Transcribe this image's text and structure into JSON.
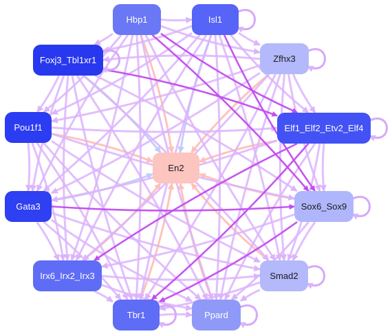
{
  "graph": {
    "colors": {
      "edge_default": "#dcb4fb",
      "edge_strong": "#c24cf0",
      "edge_blue": "#bfcdf8",
      "edge_salmon": "#ffc0b8",
      "self_loop": "#d6a9f8"
    },
    "nodes": [
      {
        "id": "hbp1",
        "label": "Hbp1",
        "color": "#6a78f5",
        "text": "dark"
      },
      {
        "id": "isl1",
        "label": "Isl1",
        "color": "#5664f7",
        "text": "dark"
      },
      {
        "id": "zfhx3",
        "label": "Zfhx3",
        "color": "#b3b9fb",
        "text": "light"
      },
      {
        "id": "foxj3",
        "label": "Foxj3_Tbl1xr1",
        "color": "#2838ef",
        "text": "dark"
      },
      {
        "id": "pou1f1",
        "label": "Pou1f1",
        "color": "#2c3cf2",
        "text": "dark"
      },
      {
        "id": "elf",
        "label": "Elf1_Elf2_Etv2_Elf4",
        "color": "#4352f4",
        "text": "dark"
      },
      {
        "id": "en2",
        "label": "En2",
        "color": "#fdc5c0",
        "text": "light"
      },
      {
        "id": "gata3",
        "label": "Gata3",
        "color": "#2f3ff2",
        "text": "dark"
      },
      {
        "id": "sox6",
        "label": "Sox6_Sox9",
        "color": "#b0b6fb",
        "text": "light"
      },
      {
        "id": "irx",
        "label": "Irx6_Irx2_Irx3",
        "color": "#5f6cf5",
        "text": "dark"
      },
      {
        "id": "smad2",
        "label": "Smad2",
        "color": "#b3b9fb",
        "text": "light"
      },
      {
        "id": "tbr1",
        "label": "Tbr1",
        "color": "#5e6cf6",
        "text": "dark"
      },
      {
        "id": "ppard",
        "label": "Ppard",
        "color": "#8f99f8",
        "text": "dark"
      }
    ],
    "edges": [
      [
        "hbp1",
        "isl1",
        "default"
      ],
      [
        "hbp1",
        "foxj3",
        "default"
      ],
      [
        "hbp1",
        "zfhx3",
        "default"
      ],
      [
        "hbp1",
        "pou1f1",
        "default"
      ],
      [
        "hbp1",
        "elf",
        "strong"
      ],
      [
        "hbp1",
        "gata3",
        "default"
      ],
      [
        "hbp1",
        "sox6",
        "strong"
      ],
      [
        "hbp1",
        "irx",
        "default"
      ],
      [
        "hbp1",
        "smad2",
        "default"
      ],
      [
        "hbp1",
        "tbr1",
        "default"
      ],
      [
        "hbp1",
        "ppard",
        "default"
      ],
      [
        "hbp1",
        "en2",
        "salmon"
      ],
      [
        "isl1",
        "foxj3",
        "default"
      ],
      [
        "isl1",
        "zfhx3",
        "default"
      ],
      [
        "isl1",
        "pou1f1",
        "default"
      ],
      [
        "isl1",
        "elf",
        "default"
      ],
      [
        "isl1",
        "gata3",
        "default"
      ],
      [
        "isl1",
        "sox6",
        "strong"
      ],
      [
        "isl1",
        "irx",
        "default"
      ],
      [
        "isl1",
        "smad2",
        "default"
      ],
      [
        "isl1",
        "tbr1",
        "default"
      ],
      [
        "isl1",
        "ppard",
        "default"
      ],
      [
        "isl1",
        "en2",
        "blue"
      ],
      [
        "zfhx3",
        "foxj3",
        "default"
      ],
      [
        "zfhx3",
        "pou1f1",
        "default"
      ],
      [
        "zfhx3",
        "elf",
        "default"
      ],
      [
        "zfhx3",
        "gata3",
        "default"
      ],
      [
        "zfhx3",
        "sox6",
        "default"
      ],
      [
        "zfhx3",
        "irx",
        "default"
      ],
      [
        "zfhx3",
        "smad2",
        "default"
      ],
      [
        "zfhx3",
        "tbr1",
        "default"
      ],
      [
        "zfhx3",
        "ppard",
        "default"
      ],
      [
        "zfhx3",
        "en2",
        "salmon"
      ],
      [
        "foxj3",
        "pou1f1",
        "default"
      ],
      [
        "foxj3",
        "elf",
        "strong"
      ],
      [
        "foxj3",
        "gata3",
        "default"
      ],
      [
        "foxj3",
        "sox6",
        "default"
      ],
      [
        "foxj3",
        "irx",
        "default"
      ],
      [
        "foxj3",
        "smad2",
        "default"
      ],
      [
        "foxj3",
        "tbr1",
        "default"
      ],
      [
        "foxj3",
        "ppard",
        "default"
      ],
      [
        "foxj3",
        "en2",
        "blue"
      ],
      [
        "pou1f1",
        "elf",
        "default"
      ],
      [
        "pou1f1",
        "gata3",
        "default"
      ],
      [
        "pou1f1",
        "sox6",
        "default"
      ],
      [
        "pou1f1",
        "irx",
        "default"
      ],
      [
        "pou1f1",
        "smad2",
        "default"
      ],
      [
        "pou1f1",
        "tbr1",
        "default"
      ],
      [
        "pou1f1",
        "ppard",
        "default"
      ],
      [
        "pou1f1",
        "en2",
        "salmon"
      ],
      [
        "elf",
        "gata3",
        "default"
      ],
      [
        "elf",
        "sox6",
        "default"
      ],
      [
        "elf",
        "irx",
        "strong"
      ],
      [
        "elf",
        "smad2",
        "default"
      ],
      [
        "elf",
        "tbr1",
        "strong"
      ],
      [
        "elf",
        "ppard",
        "default"
      ],
      [
        "elf",
        "en2",
        "salmon"
      ],
      [
        "gata3",
        "sox6",
        "strong"
      ],
      [
        "gata3",
        "irx",
        "default"
      ],
      [
        "gata3",
        "smad2",
        "default"
      ],
      [
        "gata3",
        "tbr1",
        "default"
      ],
      [
        "gata3",
        "ppard",
        "default"
      ],
      [
        "gata3",
        "en2",
        "blue"
      ],
      [
        "sox6",
        "irx",
        "default"
      ],
      [
        "sox6",
        "smad2",
        "default"
      ],
      [
        "sox6",
        "tbr1",
        "strong"
      ],
      [
        "sox6",
        "ppard",
        "default"
      ],
      [
        "sox6",
        "en2",
        "salmon"
      ],
      [
        "irx",
        "smad2",
        "default"
      ],
      [
        "irx",
        "tbr1",
        "default"
      ],
      [
        "irx",
        "ppard",
        "default"
      ],
      [
        "irx",
        "en2",
        "salmon"
      ],
      [
        "smad2",
        "tbr1",
        "default"
      ],
      [
        "smad2",
        "ppard",
        "default"
      ],
      [
        "smad2",
        "en2",
        "salmon"
      ],
      [
        "tbr1",
        "ppard",
        "default"
      ],
      [
        "tbr1",
        "en2",
        "salmon"
      ],
      [
        "ppard",
        "en2",
        "salmon"
      ]
    ],
    "self_loops": [
      "isl1",
      "zfhx3",
      "foxj3",
      "elf",
      "sox6",
      "smad2",
      "tbr1",
      "ppard"
    ]
  }
}
